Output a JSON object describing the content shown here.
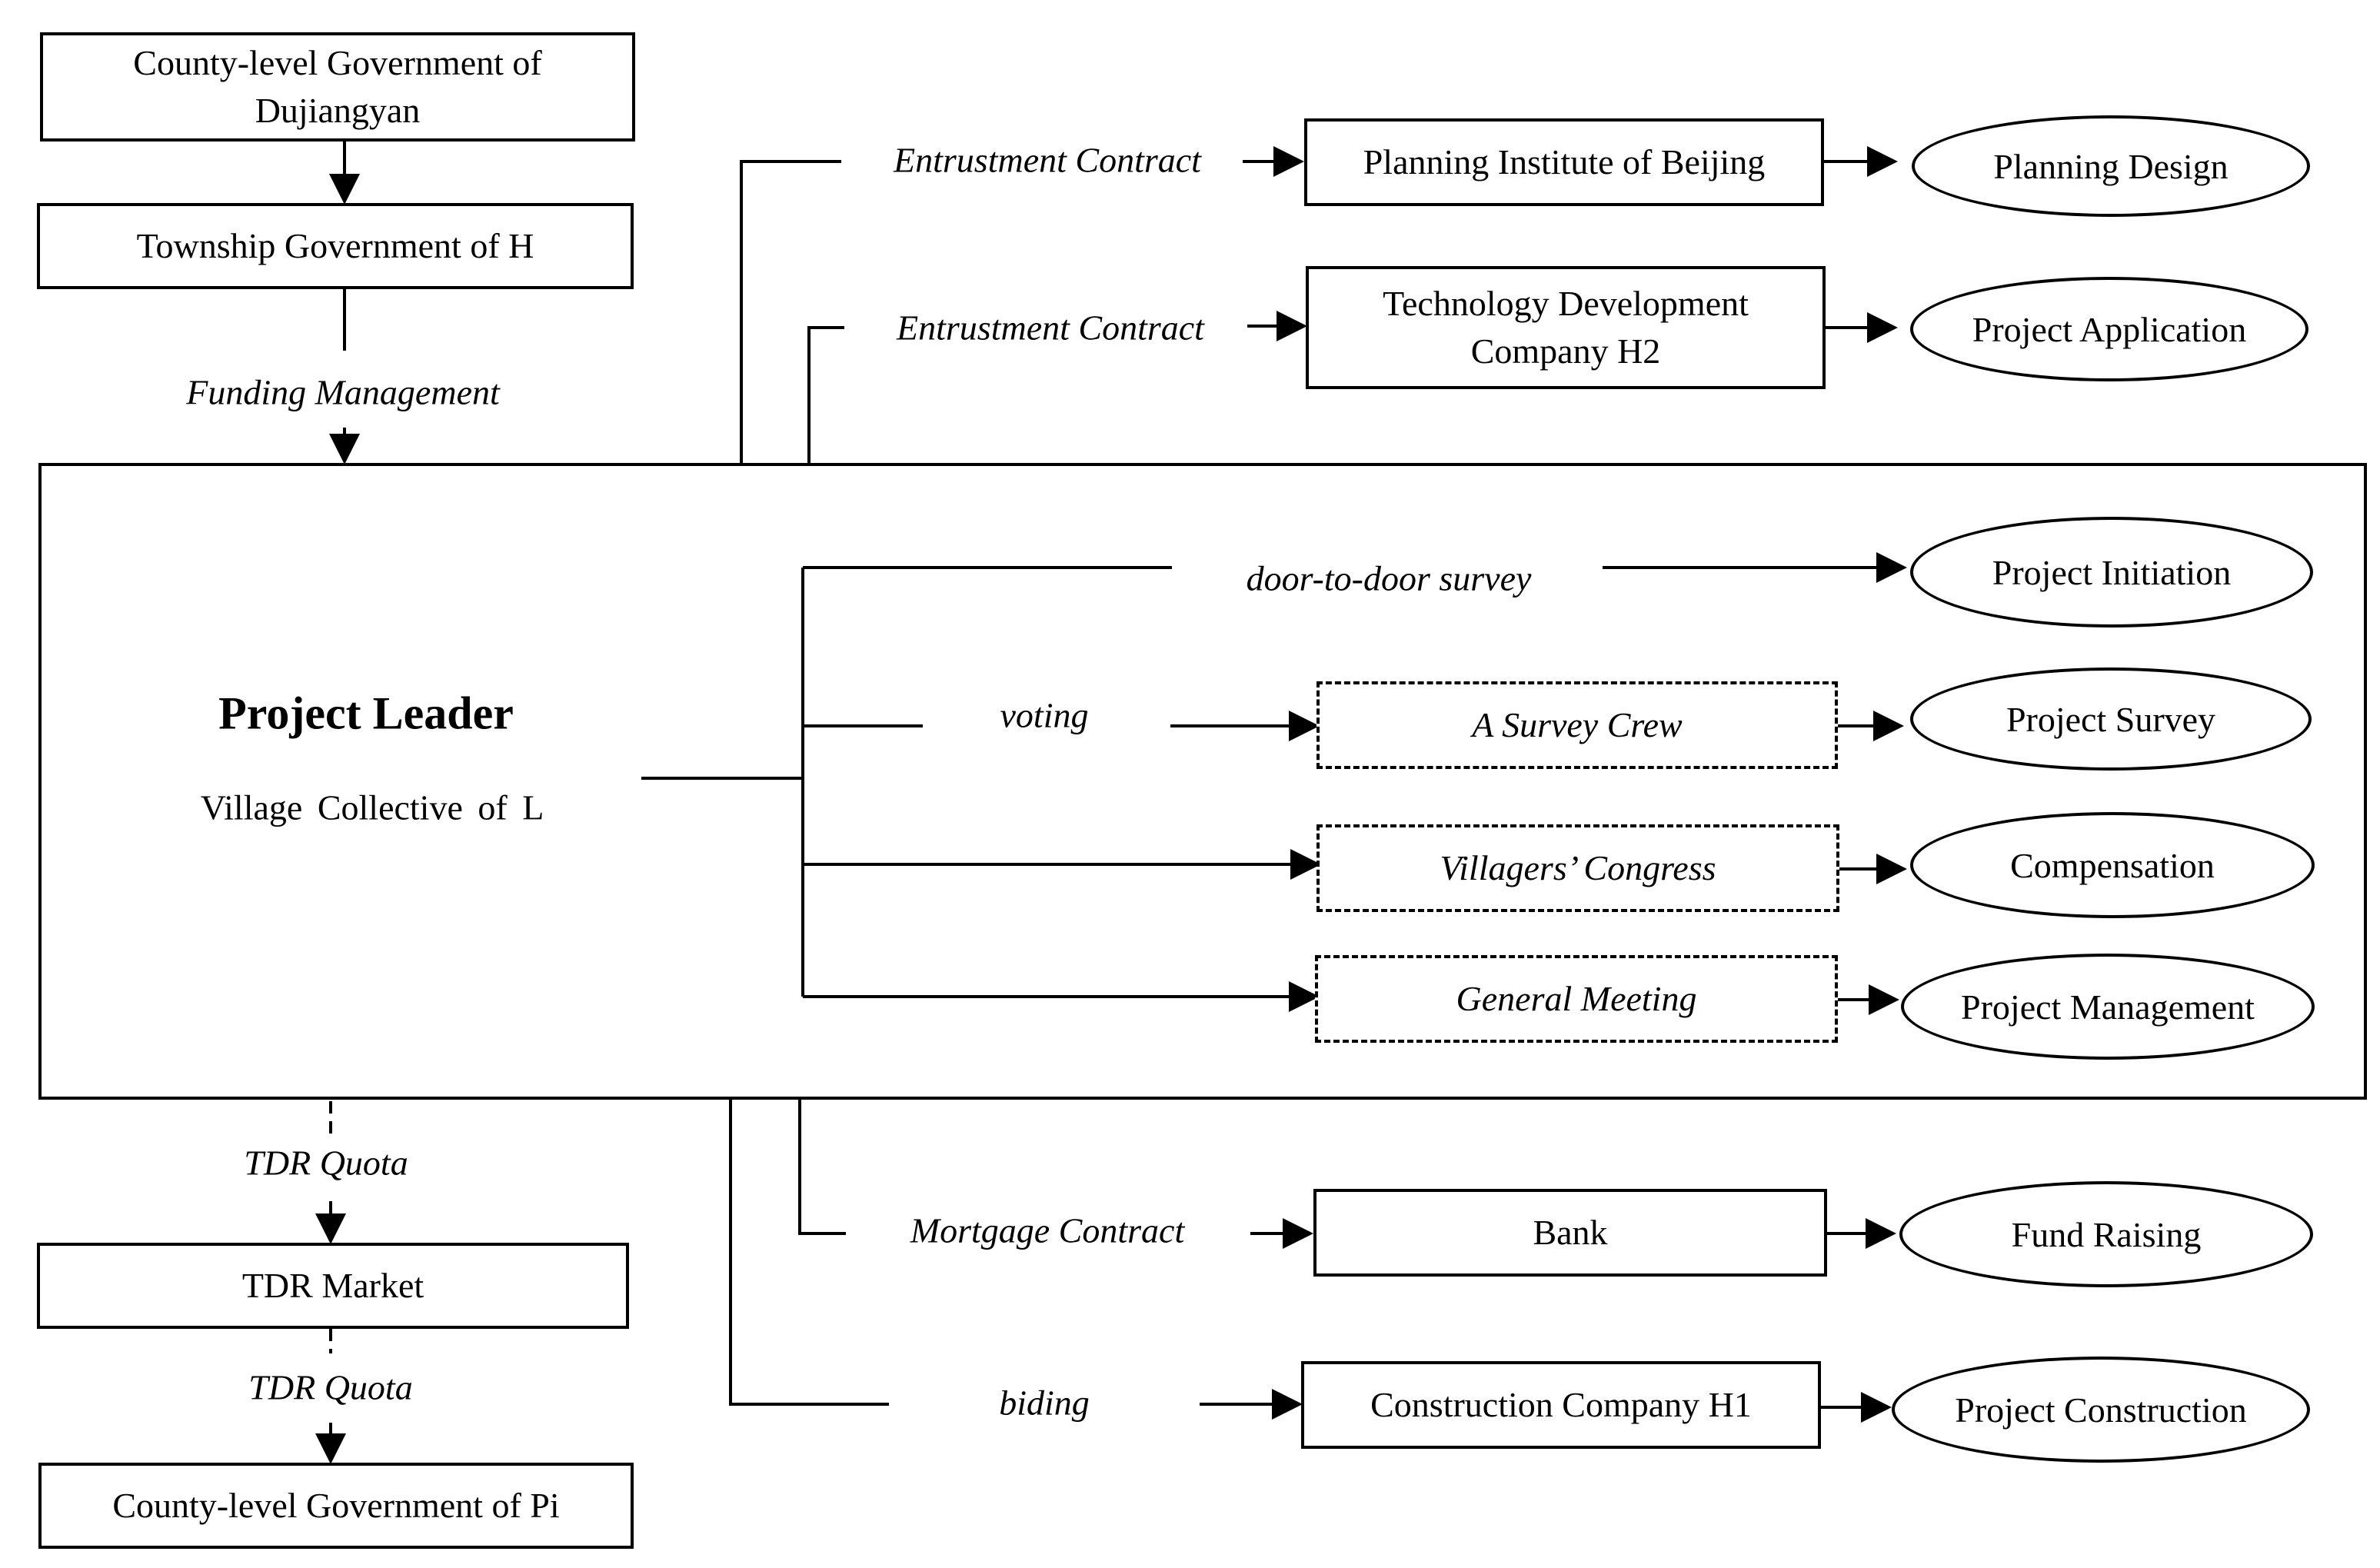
{
  "nodes": {
    "county_dujiangyan": "County-level Government of Dujiangyan",
    "township_h": "Township Government of H",
    "planning_institute": "Planning Institute of Beijing",
    "tech_company": "Technology Development Company H2",
    "project_leader_title": "Project Leader",
    "project_leader_sub": "Village Collective of L",
    "survey_crew": "A Survey Crew",
    "villagers_congress": "Villagers’ Congress",
    "general_meeting": "General Meeting",
    "bank": "Bank",
    "construction_company": "Construction Company H1",
    "tdr_market": "TDR Market",
    "county_pi": "County-level Government of Pi"
  },
  "outcomes": {
    "planning_design": "Planning Design",
    "project_application": "Project Application",
    "project_initiation": "Project Initiation",
    "project_survey": "Project Survey",
    "compensation": "Compensation",
    "project_management": "Project Management",
    "fund_raising": "Fund Raising",
    "project_construction": "Project Construction"
  },
  "edge_labels": {
    "funding_management": "Funding Management",
    "entrustment_contract_1": "Entrustment Contract",
    "entrustment_contract_2": "Entrustment Contract",
    "door_to_door_survey": "door-to-door survey",
    "voting": "voting",
    "mortgage_contract": "Mortgage Contract",
    "biding": "biding",
    "tdr_quota_1": "TDR Quota",
    "tdr_quota_2": "TDR Quota"
  }
}
